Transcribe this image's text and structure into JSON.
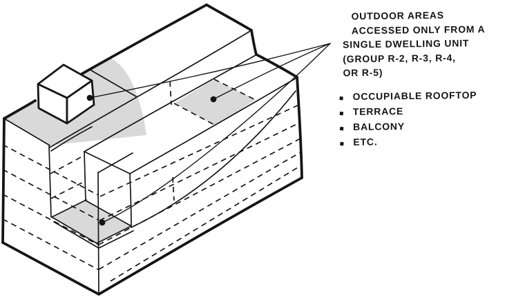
{
  "palette": {
    "background": "#ffffff",
    "ink": "#151515",
    "shade": "#d9d9d9"
  },
  "annotation": {
    "lines": [
      "OUTDOOR AREAS",
      "ACCESSED ONLY FROM A",
      "SINGLE DWELLING UNIT",
      "(GROUP R-2, R-3, R-4,",
      "OR R-5)"
    ],
    "bullets": [
      "OCCUPIABLE ROOFTOP",
      "TERRACE",
      "BALCONY",
      "ETC."
    ]
  },
  "figure": {
    "kind": "hand-drawn axonometric building sketch",
    "shaded_areas": [
      "rooftop terrace at left",
      "upper rooftop terrace at right",
      "recessed courtyard terrace"
    ]
  }
}
